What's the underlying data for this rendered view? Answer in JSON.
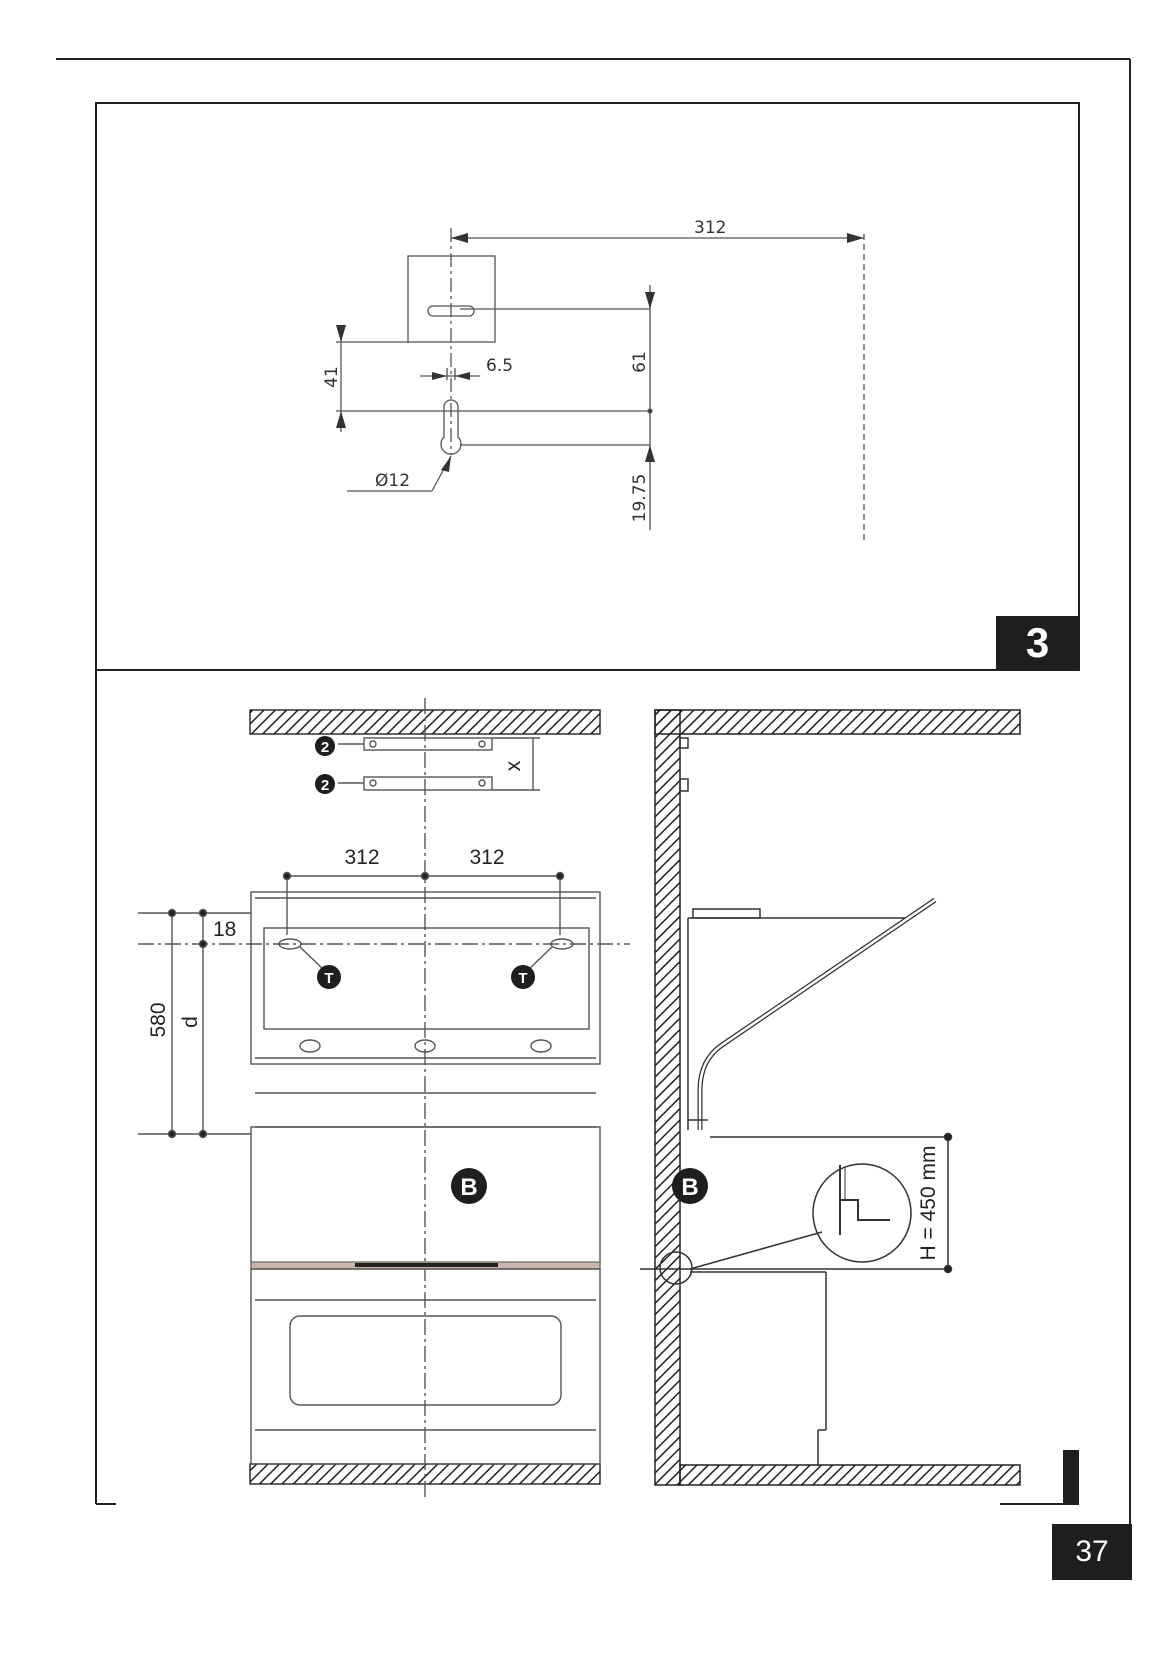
{
  "figure_number": "3",
  "page_number": "37",
  "top_diagram": {
    "dim_top_width": "312",
    "dim_slot_height": "61",
    "dim_offset": "41",
    "dim_slot_width": "6.5",
    "dim_hole_diameter": "Ø12",
    "dim_bottom": "19.75"
  },
  "bottom_front_view": {
    "dim_left_spacing": "312",
    "dim_right_spacing": "312",
    "dim_top_offset": "18",
    "dim_height": "580",
    "dim_d": "d",
    "dim_x": "x",
    "bracket_label_1": "2",
    "bracket_label_2": "2",
    "hole_label_left": "T",
    "hole_label_right": "T",
    "component_label": "B"
  },
  "bottom_side_view": {
    "component_label": "B",
    "dim_height": "H = 450 mm"
  },
  "colors": {
    "line": "#333333",
    "badge_bg": "#1e1e1e",
    "badge_text": "#ffffff"
  }
}
